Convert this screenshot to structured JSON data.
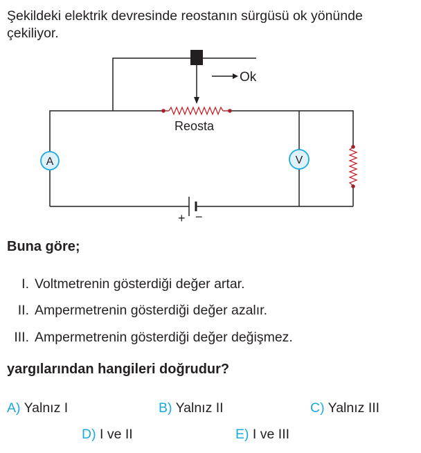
{
  "question": {
    "line1": "Şekildeki elektrik devresinde reostanın sürgüsü ok yönünde",
    "line2": "çekiliyor."
  },
  "circuit": {
    "arrow_label": "Ok",
    "rheostat_label": "Reosta",
    "ammeter_label": "A",
    "voltmeter_label": "V",
    "battery_plus": "+",
    "battery_minus": "−",
    "meter_color": "#1aa8e0",
    "meter_fill": "#dff2fb",
    "resistor_color": "#c0272d",
    "terminal_color": "#a3222a",
    "wire_color": "#231f20"
  },
  "prompt": "Buna göre;",
  "statements": [
    {
      "num": "I.",
      "text": "Voltmetrenin gösterdiği değer artar."
    },
    {
      "num": "II.",
      "text": "Ampermetrenin gösterdiği değer azalır."
    },
    {
      "num": "III.",
      "text": "Ampermetrenin gösterdiği değer değişmez."
    }
  ],
  "ask": "yargılarından hangileri doğrudur?",
  "options": [
    {
      "letter": "A)",
      "text": "Yalnız I"
    },
    {
      "letter": "B)",
      "text": "Yalnız II"
    },
    {
      "letter": "C)",
      "text": "Yalnız III"
    },
    {
      "letter": "D)",
      "text": "I ve II"
    },
    {
      "letter": "E)",
      "text": "I ve III"
    }
  ],
  "accent_color": "#1aa8e0"
}
